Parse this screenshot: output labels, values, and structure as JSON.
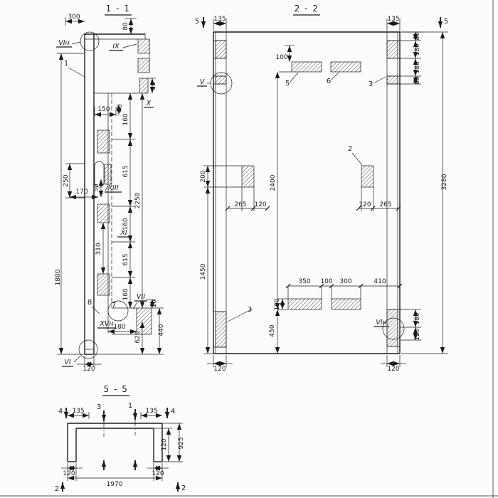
{
  "canvas": {
    "background": "#fcfcfa",
    "ink": "#1b1b1b"
  },
  "s1": {
    "title": "1 - 1",
    "callout_1": "1",
    "callout_7": "7",
    "callout_8": "8",
    "det_vin": "VIн",
    "det_ix": "IX",
    "det_x": "X",
    "det_xiii": "XIII",
    "det_xi": "XI",
    "det_vii": "VII",
    "det_xvn": "XVн",
    "det_vi": "VI",
    "d300": "300",
    "d80": "80",
    "d10a": "10",
    "d150": "150",
    "d40": "40",
    "d160a": "160",
    "d615a": "615",
    "d250": "250",
    "d170": "170",
    "d50": "50",
    "d2250": "2250",
    "d160b": "160",
    "d615b": "615",
    "d310": "310",
    "d1800": "1800",
    "d160c": "160",
    "d10b": "10",
    "d180": "180",
    "d440": "440",
    "d620": "620",
    "d120": "120"
  },
  "s2": {
    "title": "2 - 2",
    "cut_left": "5",
    "cut_right": "5",
    "callout_5": "5",
    "callout_6": "6",
    "callout_3a": "3",
    "callout_2": "2",
    "callout_3b": "3",
    "det_v": "V",
    "det_vin": "VIн",
    "d135l": "135",
    "d135r": "135",
    "d80a": "80",
    "d180a": "180",
    "d180b": "180",
    "d80b": "80",
    "d100a": "100",
    "d3280": "3280",
    "d2400": "2400",
    "d200": "200",
    "d1450": "1450",
    "d265a": "265",
    "d120a": "120",
    "d120b": "120",
    "d265b": "265",
    "d350": "350",
    "d100b": "100",
    "d300": "300",
    "d410": "410",
    "d100c": "100",
    "d450": "450",
    "d180c": "180",
    "d120c": "120",
    "d120l": "120",
    "d120r": "120"
  },
  "s5": {
    "title": "5 - 5",
    "cut_4l": "4",
    "cut_3": "3",
    "cut_1": "1",
    "cut_4r": "4",
    "cut_2l": "2",
    "cut_2r": "2",
    "d135l": "135",
    "d135r": "135",
    "d120v": "120",
    "d925": "925",
    "d120bl": "120",
    "d120br": "120",
    "d1970": "1970"
  }
}
